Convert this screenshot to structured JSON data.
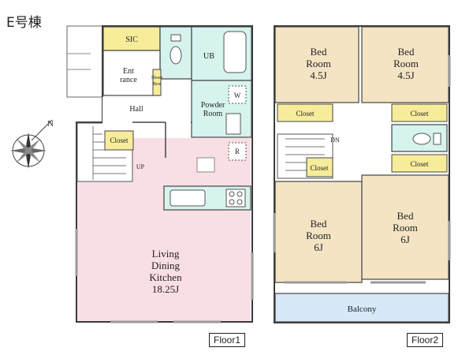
{
  "title": "E号棟",
  "compass": {
    "north_label": "N"
  },
  "floor1": {
    "label": "Floor1",
    "rooms": {
      "sic": "SIC",
      "ub": "UB",
      "entrance": [
        "Ent",
        "rance"
      ],
      "shoes_box": [
        "Shoes",
        "Box"
      ],
      "powder_room": [
        "Powder",
        "Room"
      ],
      "w": "W",
      "hall": "Hall",
      "closet": "Closet",
      "up": "UP",
      "r": "R",
      "ldk": [
        "Living",
        "Dining",
        "Kitchen",
        "18.25J"
      ]
    }
  },
  "floor2": {
    "label": "Floor2",
    "rooms": {
      "bed1": [
        "Bed",
        "Room",
        "4.5J"
      ],
      "bed2": [
        "Bed",
        "Room",
        "4.5J"
      ],
      "closet_a": "Closet",
      "closet_b": "Closet",
      "closet_c": "Closet",
      "closet_d": "Closet",
      "dn": "DN",
      "bed3": [
        "Bed",
        "Room",
        "6J"
      ],
      "bed4": [
        "Bed",
        "Room",
        "6J"
      ],
      "balcony": "Balcony"
    }
  },
  "colors": {
    "sic": "#f7ec9a",
    "closet": "#f7ec9a",
    "wet": "#d6f3ee",
    "ldk": "#f9dfe4",
    "bedroom": "#f5e4c4",
    "balcony": "#d7e8f8",
    "wall": "#3a3a3a",
    "outline": "#444"
  }
}
